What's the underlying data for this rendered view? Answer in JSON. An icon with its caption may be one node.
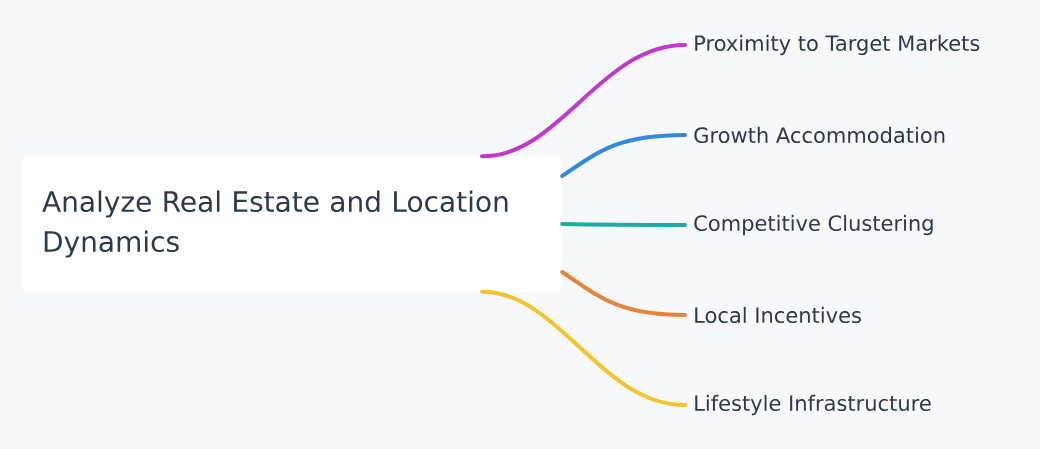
{
  "diagram": {
    "nodes": [
      {
        "text": [
          "Analyze Real Estate and Location Dynamics"
        ]
      },
      {
        "text": [
          "Proximity to Target Markets"
        ]
      },
      {
        "text": [
          "Growth Accommodation"
        ]
      },
      {
        "text": [
          "Competitive Clustering"
        ]
      },
      {
        "text": [
          "Local Incentives"
        ]
      },
      {
        "text": [
          "Lifestyle Infrastructure"
        ]
      }
    ],
    "edges": [
      {
        "from": 0,
        "to": 1,
        "arrow": "none",
        "color": "#c038cc"
      },
      {
        "from": 0,
        "to": 2,
        "arrow": "none",
        "color": "#2f8ae0"
      },
      {
        "from": 0,
        "to": 3,
        "arrow": "none",
        "color": "#1aae9f"
      },
      {
        "from": 0,
        "to": 4,
        "arrow": "none",
        "color": "#e8823a"
      },
      {
        "from": 0,
        "to": 5,
        "arrow": "none",
        "color": "#f5c42c"
      }
    ]
  }
}
